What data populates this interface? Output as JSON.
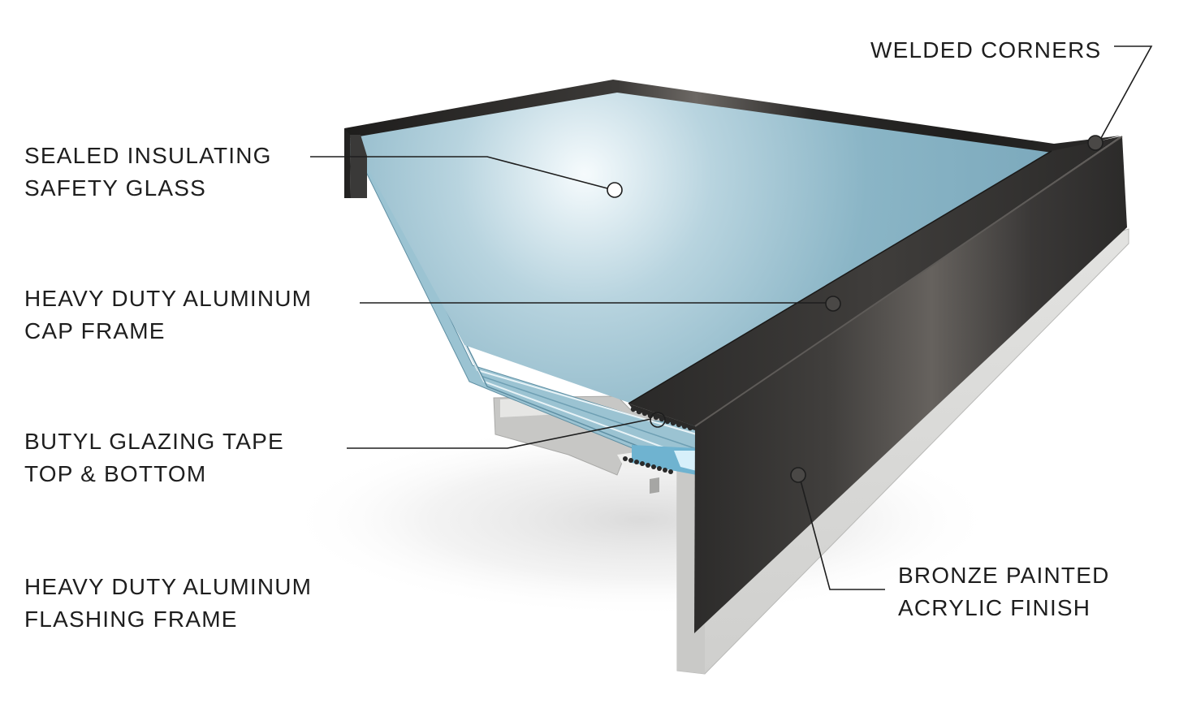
{
  "callouts": {
    "glass": {
      "line1": "SEALED INSULATING",
      "line2": "SAFETY GLASS"
    },
    "cap": {
      "line1": "HEAVY DUTY ALUMINUM",
      "line2": "CAP FRAME"
    },
    "butyl": {
      "line1": "BUTYL GLAZING TAPE",
      "line2": "TOP & BOTTOM"
    },
    "flash": {
      "line1": "HEAVY DUTY ALUMINUM",
      "line2": "FLASHING FRAME"
    },
    "corners": {
      "line1": "WELDED CORNERS"
    },
    "bronze": {
      "line1": "BRONZE PAINTED",
      "line2": "ACRYLIC FINISH"
    }
  },
  "colors": {
    "glass": "#86b4c6",
    "glass_highlight": "#f4fafc",
    "frame_bronze": "#3d3b39",
    "flashing": "#d6d6d4",
    "leader_line": "#1e1e1e"
  }
}
